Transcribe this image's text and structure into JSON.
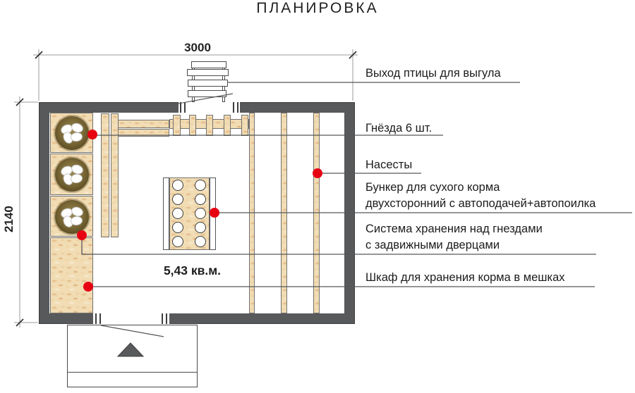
{
  "title": "ПЛАНИРОВКА",
  "dimensions": {
    "width_label": "3000",
    "depth_label": "2140"
  },
  "area_label": "5,43 кв.м.",
  "callouts": {
    "bird_exit": {
      "line1": "Выход птицы для выгула"
    },
    "nests": {
      "line1": "Гнёзда 6 шт."
    },
    "roosts": {
      "line1": "Насесты"
    },
    "feed_hopper": {
      "line1": "Бункер для сухого корма",
      "line2": "двухсторонний с автоподачей+автопоилка"
    },
    "storage_system": {
      "line1": "Система хранения над гнездами",
      "line2": "с задвижными дверцами"
    },
    "feed_cabinet": {
      "line1": "Шкаф для хранения корма в мешках"
    }
  },
  "colors": {
    "wall": "#58595b",
    "callout_dot": "#e60012",
    "osb_base": "#f1dcb4",
    "leader_line": "#54575a",
    "dimension_line": "#9b9b9b"
  }
}
